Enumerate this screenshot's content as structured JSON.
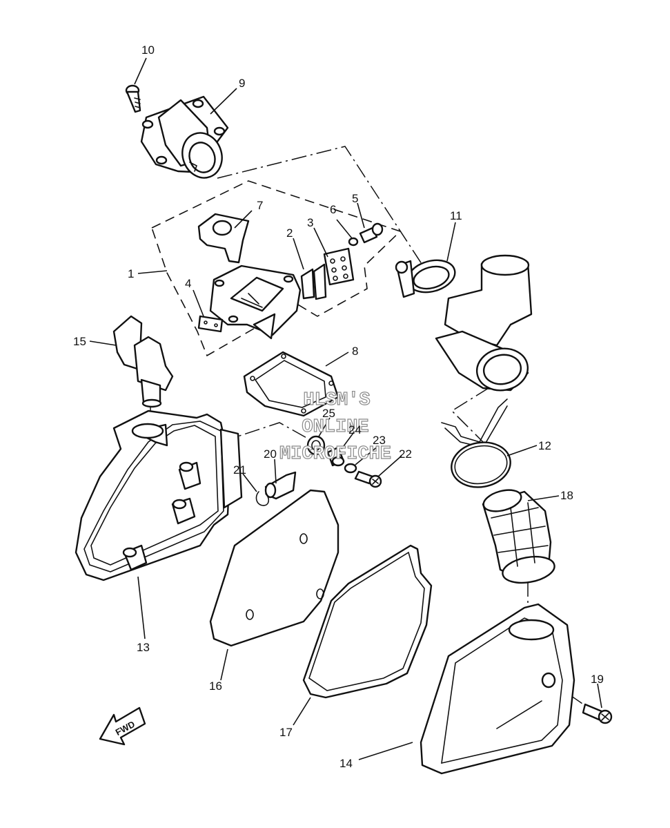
{
  "watermark": {
    "line1": "HLSM'S",
    "line2": "ONLINE",
    "line3": "MICROFICHE"
  },
  "direction_label": "FWD",
  "callouts": {
    "p1": "1",
    "p2": "2",
    "p3": "3",
    "p4": "4",
    "p5": "5",
    "p6": "6",
    "p7": "7",
    "p8": "8",
    "p9": "9",
    "p10": "10",
    "p11": "11",
    "p12": "12",
    "p13": "13",
    "p14": "14",
    "p15": "15",
    "p16": "16",
    "p17": "17",
    "p18": "18",
    "p19": "19",
    "p20": "20",
    "p21": "21",
    "p22": "22",
    "p23": "23",
    "p24": "24",
    "p25": "25"
  }
}
